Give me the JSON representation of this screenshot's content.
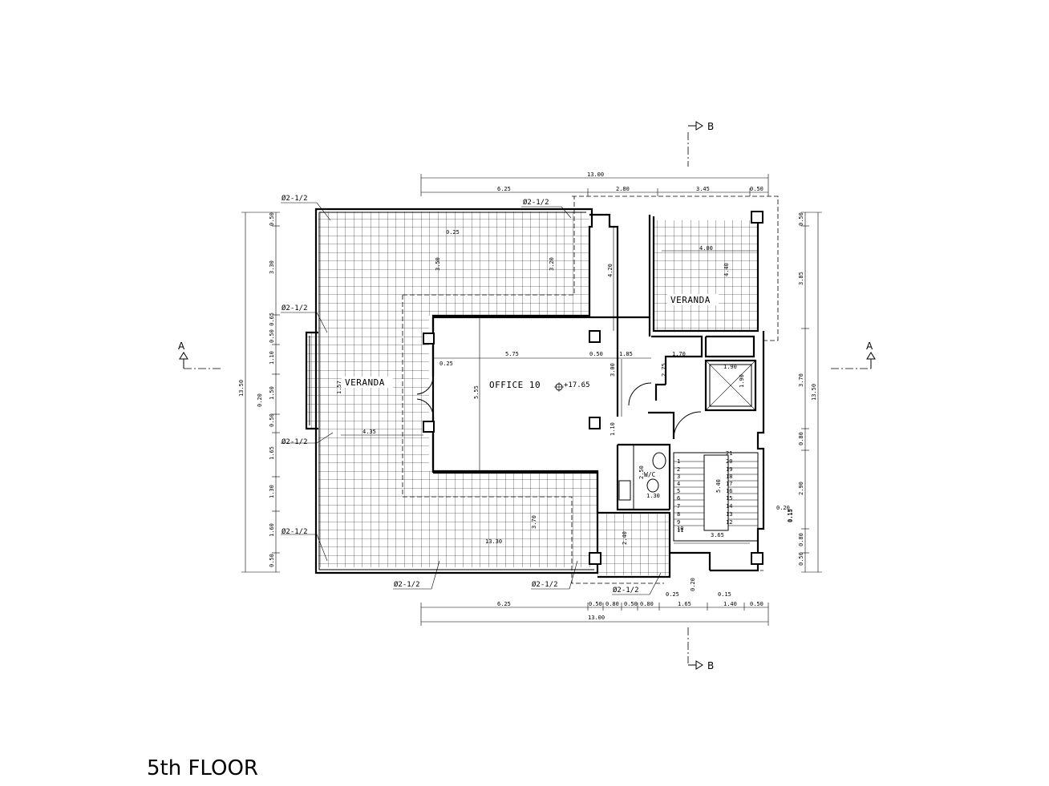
{
  "title": "5th FLOOR",
  "rooms": {
    "veranda_left": "VERANDA",
    "veranda_right": "VERANDA",
    "office": "OFFICE 10",
    "office_level": "+17.65",
    "wc": "W/C"
  },
  "section_marks": {
    "a_left": "A",
    "a_right": "A",
    "b_top": "B",
    "b_bottom": "B"
  },
  "drains": [
    "Ø2-1/2",
    "Ø2-1/2",
    "Ø2-1/2",
    "Ø2-1/2",
    "Ø2-1/2",
    "Ø2-1/2",
    "Ø2-1/2",
    "Ø2-1/2"
  ],
  "dims_top": {
    "total": "13.00",
    "parts": [
      "6.25",
      "2.80",
      "3.45",
      "0.50"
    ]
  },
  "dims_bottom": {
    "total": "13.00",
    "parts": [
      "6.25",
      "0.50",
      "0.80",
      "0.50",
      "0.80",
      "0.25",
      "1.65",
      "0.15",
      "1.40",
      "0.50"
    ]
  },
  "dims_left": {
    "total": "13.50",
    "parts": [
      "0.50",
      "3.30",
      "0.50 0.65",
      "1.10",
      "1.50",
      "0.20",
      "0.50",
      "1.65",
      "1.30",
      "1.60",
      "0.50"
    ]
  },
  "dims_right": {
    "total": "13.50",
    "parts": [
      "0.50",
      "3.85",
      "3.70",
      "0.80",
      "2.90",
      "0.15",
      "0.80",
      "0.50"
    ]
  },
  "dims_inner": [
    "0.25",
    "3.50",
    "3.20",
    "4.20",
    "4.00",
    "4.40",
    "5.75",
    "0.50",
    "1.85",
    "1.70",
    "0.25",
    "5.55",
    "3.00",
    "2.75",
    "1.90",
    "1.90",
    "4.35",
    "1.57",
    "1.10",
    "2.50",
    "1.30",
    "3.70",
    "13.30",
    "2.40",
    "5.40",
    "3.65",
    "0.20",
    "0.20",
    "0.15"
  ],
  "stairs": [
    "21",
    "20",
    "19",
    "18",
    "17",
    "16",
    "15",
    "14",
    "13",
    "12",
    "11",
    "1",
    "2",
    "3",
    "4",
    "5",
    "6",
    "7",
    "8",
    "9",
    "10"
  ]
}
